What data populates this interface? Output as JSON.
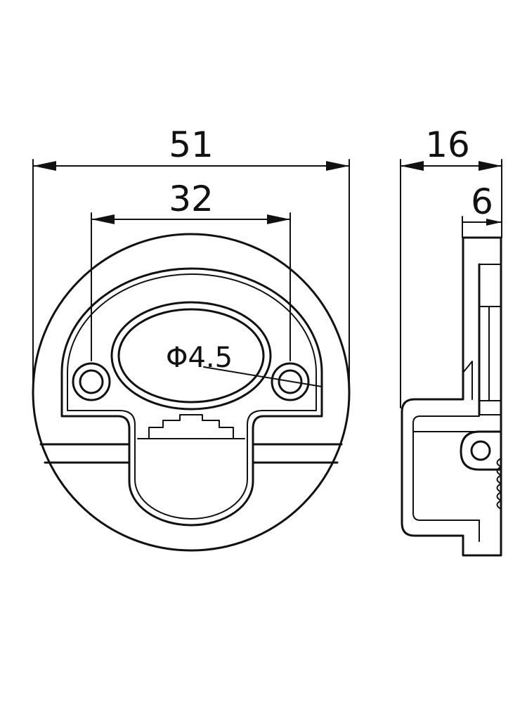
{
  "dimensions": {
    "overall_width": "51",
    "hole_spacing": "32",
    "hole_diameter": "Φ4.5",
    "side_depth": "16",
    "side_step": "6"
  },
  "colors": {
    "line": "#111111",
    "background": "#ffffff"
  }
}
